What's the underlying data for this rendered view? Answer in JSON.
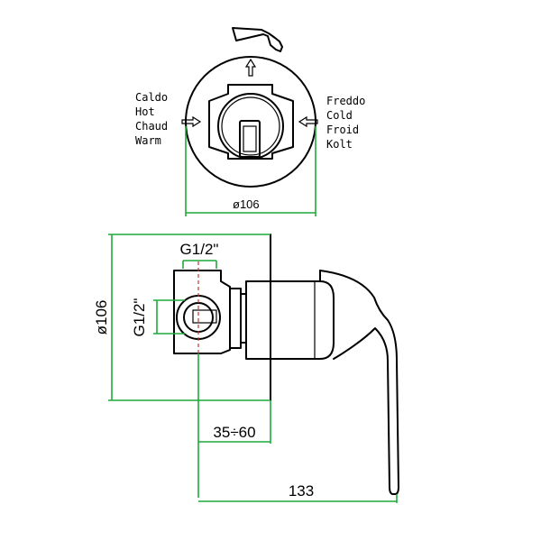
{
  "labels": {
    "hot": [
      "Caldo",
      "Hot",
      "Chaud",
      "Warm"
    ],
    "cold": [
      "Freddo",
      "Cold",
      "Froid",
      "Kolt"
    ]
  },
  "dimensions": {
    "top_diameter": "ø106",
    "side_diameter": "ø106",
    "thread_top": "G1/2\"",
    "thread_side": "G1/2\"",
    "depth_range": "35÷60",
    "overall_length": "133"
  },
  "colors": {
    "line": "#000000",
    "dimension": "#1faa3a",
    "centerline": "#c0392b"
  },
  "icons": {
    "shower_head": "shower-head-icon"
  }
}
